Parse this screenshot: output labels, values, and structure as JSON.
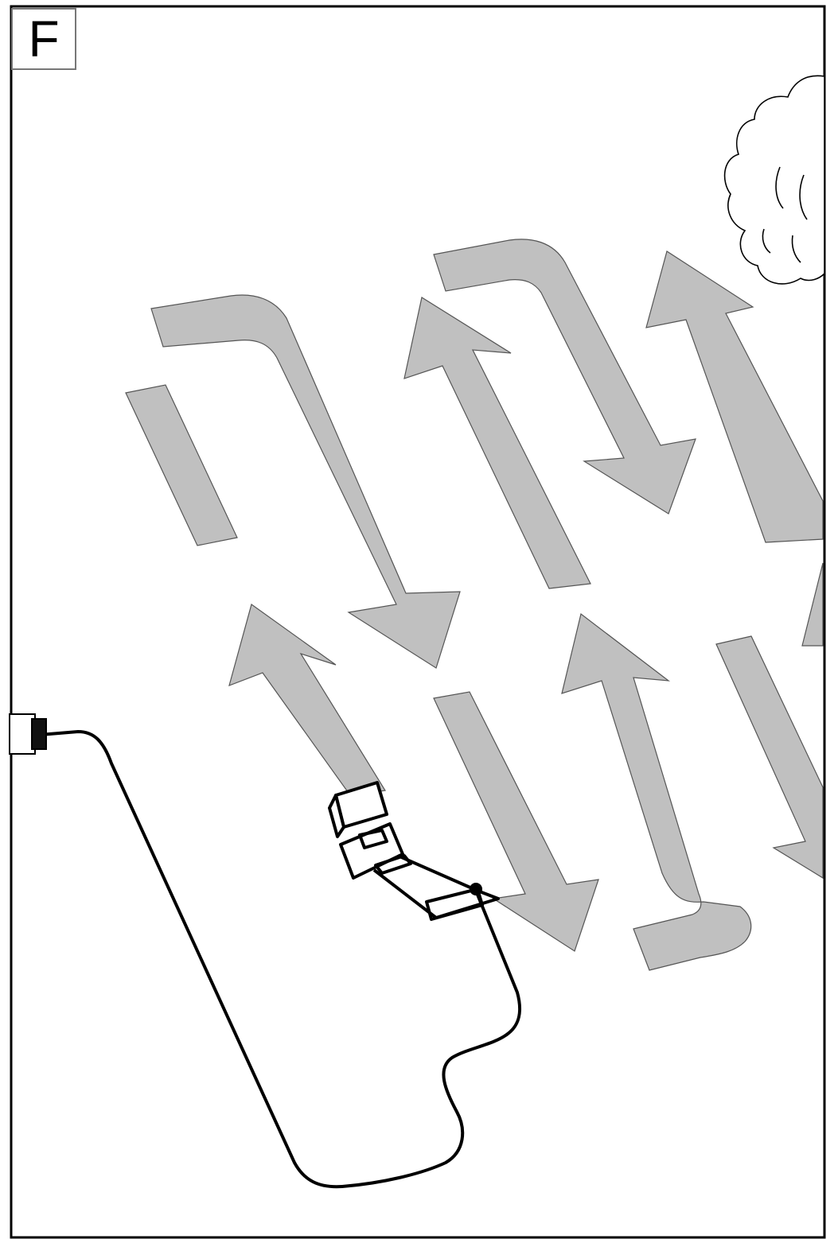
{
  "figure": {
    "panel_label": "F"
  },
  "colors": {
    "arrow_fill": "#c0c0c0",
    "arrow_stroke": "#555555",
    "line": "#000000",
    "background": "#ffffff"
  },
  "elements": {
    "arrows": [
      "straight-arrow",
      "u-turn-arrow"
    ],
    "objects": [
      "lawn-mower",
      "power-cord",
      "wall-outlet-plug",
      "shrub"
    ]
  }
}
